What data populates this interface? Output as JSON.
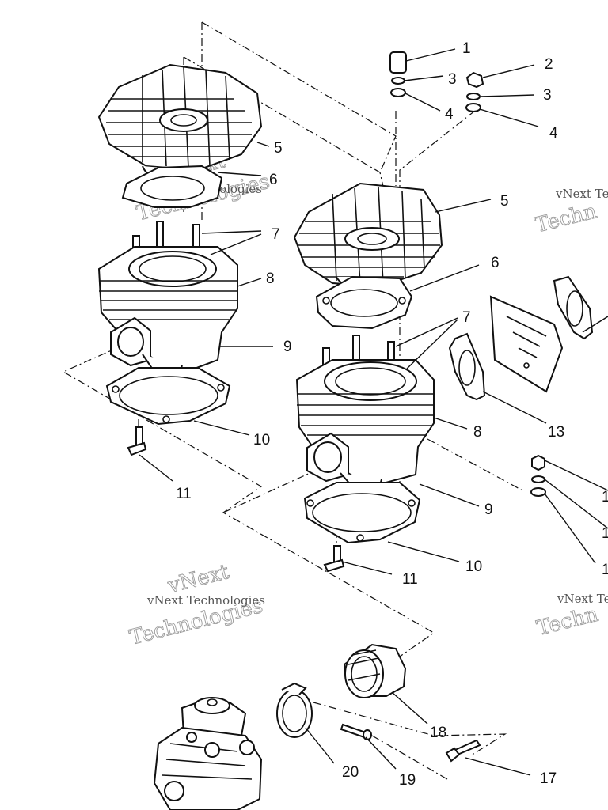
{
  "callouts": [
    {
      "id": "c1",
      "label": "1"
    },
    {
      "id": "c2",
      "label": "2"
    },
    {
      "id": "c3a",
      "label": "3"
    },
    {
      "id": "c3b",
      "label": "3"
    },
    {
      "id": "c4a",
      "label": "4"
    },
    {
      "id": "c4b",
      "label": "4"
    },
    {
      "id": "c5a",
      "label": "5"
    },
    {
      "id": "c5b",
      "label": "5"
    },
    {
      "id": "c6a",
      "label": "6"
    },
    {
      "id": "c6b",
      "label": "6"
    },
    {
      "id": "c7a",
      "label": "7"
    },
    {
      "id": "c7b",
      "label": "7"
    },
    {
      "id": "c8a",
      "label": "8"
    },
    {
      "id": "c8b",
      "label": "8"
    },
    {
      "id": "c9a",
      "label": "9"
    },
    {
      "id": "c9b",
      "label": "9"
    },
    {
      "id": "c10a",
      "label": "10"
    },
    {
      "id": "c10b",
      "label": "10"
    },
    {
      "id": "c11a",
      "label": "11"
    },
    {
      "id": "c11b",
      "label": "11"
    },
    {
      "id": "c13",
      "label": "13"
    },
    {
      "id": "c17",
      "label": "17"
    },
    {
      "id": "c18",
      "label": "18"
    },
    {
      "id": "c19",
      "label": "19"
    },
    {
      "id": "c20",
      "label": "20"
    },
    {
      "id": "c14e",
      "label": "1"
    },
    {
      "id": "c15e",
      "label": "1"
    },
    {
      "id": "c16e",
      "label": "1"
    }
  ],
  "watermark": {
    "line1": "vNext",
    "line2": "Technologies",
    "small": "vNext Technologies",
    "edge_small": "vNext Te",
    "edge_large": "Techn"
  }
}
